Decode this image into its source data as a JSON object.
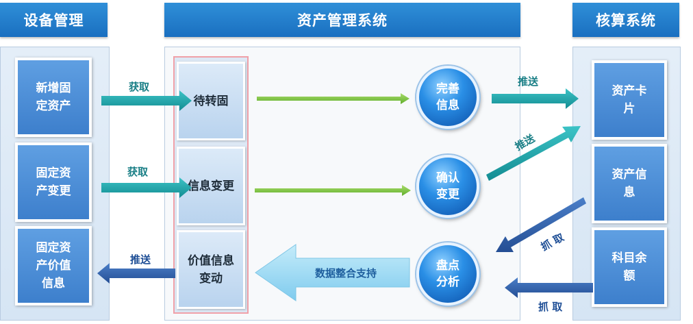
{
  "headers": {
    "equipment": "设备管理",
    "asset_system": "资产管理系统",
    "accounting": "核算系统"
  },
  "left_boxes": [
    {
      "text": "新增固定资产"
    },
    {
      "text": "固定资产变更"
    },
    {
      "text": "固定资产价值信息"
    }
  ],
  "middle_boxes": [
    {
      "text": "待转固"
    },
    {
      "text": "信息变更"
    },
    {
      "text": "价值信息变动"
    }
  ],
  "circles": [
    {
      "text": "完善信息"
    },
    {
      "text": "确认变更"
    },
    {
      "text": "盘点分析"
    }
  ],
  "right_boxes": [
    {
      "text": "资产卡片"
    },
    {
      "text": "资产信息"
    },
    {
      "text": "科目余额"
    }
  ],
  "arrow_labels": {
    "get_1": "获取",
    "get_2": "获取",
    "push_left": "推送",
    "push_1": "推送",
    "push_2": "推送",
    "grab_1": "抓 取",
    "grab_2": "抓 取",
    "data_support": "数据整合支持"
  },
  "colors": {
    "header": "#1a6fc0",
    "teal_arrow": "#19a1a6",
    "green_arrow": "#7cc243",
    "blue_arrow": "#2f5fa8",
    "light_blue_arrow": "#8fd3f0"
  }
}
